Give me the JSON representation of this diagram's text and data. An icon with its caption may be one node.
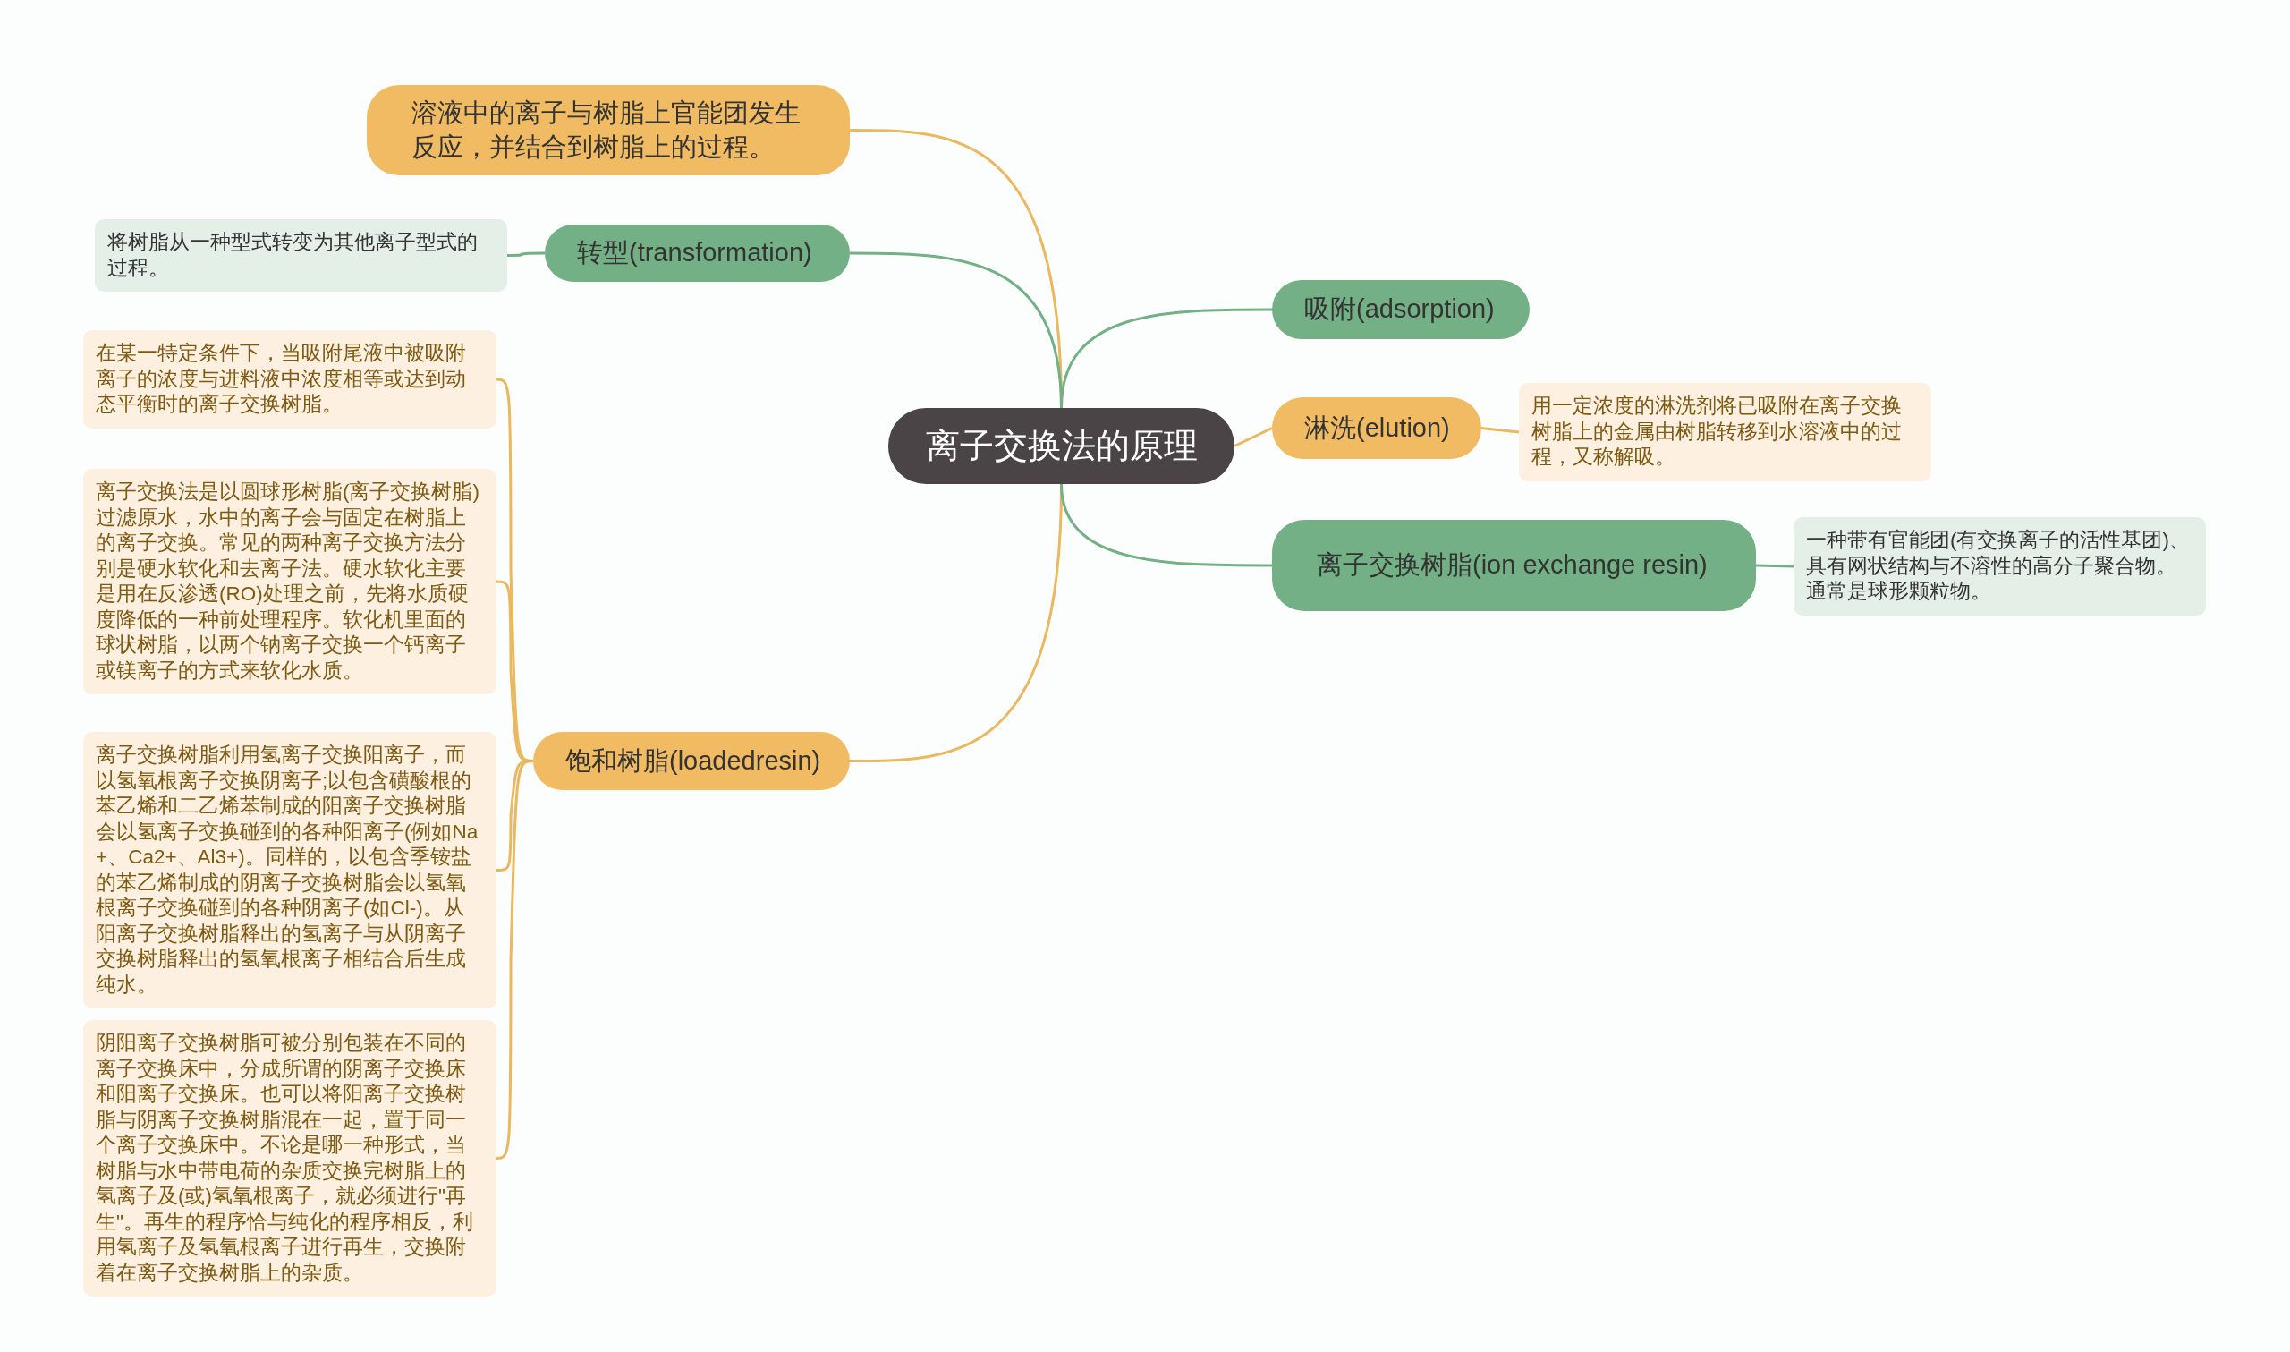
{
  "diagram": {
    "nodes": [
      {
        "text": [
          "离子交换法的原理"
        ]
      },
      {
        "text": [
          "溶液中的离子与树脂上官能团发生反应，并结合到树脂上的过程。"
        ]
      },
      {
        "text": [
          "转型(transformation)"
        ]
      },
      {
        "text": [
          "将树脂从一种型式转变为其他离子型式的过程。"
        ]
      },
      {
        "text": [
          "饱和树脂(loadedresin)"
        ]
      },
      {
        "text": [
          "在某一特定条件下，当吸附尾液中被吸附离子的浓度与进料液中浓度相等或达到动态平衡时的离子交换树脂。"
        ]
      },
      {
        "text": [
          "离子交换法是以圆球形树脂(离子交换树脂)过滤原水，水中的离子会与固定在树脂上的离子交换。常见的两种离子交换方法分别是硬水软化和去离子法。硬水软化主要是用在反渗透(RO)处理之前，先将水质硬度降低的一种前处理程序。软化机里面的球状树脂，以两个钠离子交换一个钙离子或镁离子的方式来软化水质。"
        ]
      },
      {
        "text": [
          "离子交换树脂利用氢离子交换阳离子，而以氢氧根离子交换阴离子;以包含磺酸根的苯乙烯和二乙烯苯制成的阳离子交换树脂会以氢离子交换碰到的各种阳离子(例如Na+、Ca2+、Al3+)。同样的，以包含季铵盐的苯乙烯制成的阴离子交换树脂会以氢氧根离子交换碰到的各种阴离子(如Cl-)。从阳离子交换树脂释出的氢离子与从阴离子交换树脂释出的氢氧根离子相结合后生成纯水。"
        ]
      },
      {
        "text": [
          "阴阳离子交换树脂可被分别包装在不同的离子交换床中，分成所谓的阴离子交换床和阳离子交换床。也可以将阳离子交换树脂与阴离子交换树脂混在一起，置于同一个离子交换床中。不论是哪一种形式，当树脂与水中带电荷的杂质交换完树脂上的氢离子及(或)氢氧根离子，就必须进行\"再生\"。再生的程序恰与纯化的程序相反，利用氢离子及氢氧根离子进行再生，交换附着在离子交换树脂上的杂质。"
        ]
      },
      {
        "text": [
          "吸附(adsorption)"
        ]
      },
      {
        "text": [
          "淋洗(elution)"
        ]
      },
      {
        "text": [
          "用一定浓度的淋洗剂将已吸附在离子交换树脂上的金属由树脂转移到水溶液中的过程，又称解吸。"
        ]
      },
      {
        "text": [
          "离子交换树脂(ion exchange resin)"
        ]
      },
      {
        "text": [
          "一种带有官能团(有交换离子的活性基团)、具有网状结构与不溶性的高分子聚合物。通常是球形颗粒物。"
        ]
      }
    ],
    "edges": [
      {
        "from": 0,
        "to": 1,
        "arrow": "none"
      },
      {
        "from": 0,
        "to": 2,
        "arrow": "none",
        "color": "#74b085"
      },
      {
        "from": 2,
        "to": 3,
        "arrow": "none",
        "color": "#74b085"
      },
      {
        "from": 0,
        "to": 4,
        "arrow": "none"
      },
      {
        "from": 4,
        "to": 5,
        "arrow": "none"
      },
      {
        "from": 4,
        "to": 6,
        "arrow": "none"
      },
      {
        "from": 4,
        "to": 7,
        "arrow": "none"
      },
      {
        "from": 4,
        "to": 8,
        "arrow": "none"
      },
      {
        "from": 0,
        "to": 9,
        "arrow": "none",
        "color": "#74b085"
      },
      {
        "from": 0,
        "to": 10,
        "arrow": "none"
      },
      {
        "from": 10,
        "to": 11,
        "arrow": "none"
      },
      {
        "from": 0,
        "to": 12,
        "arrow": "none",
        "color": "#74b085"
      },
      {
        "from": 12,
        "to": 13,
        "arrow": "none",
        "color": "#74b085"
      }
    ]
  }
}
